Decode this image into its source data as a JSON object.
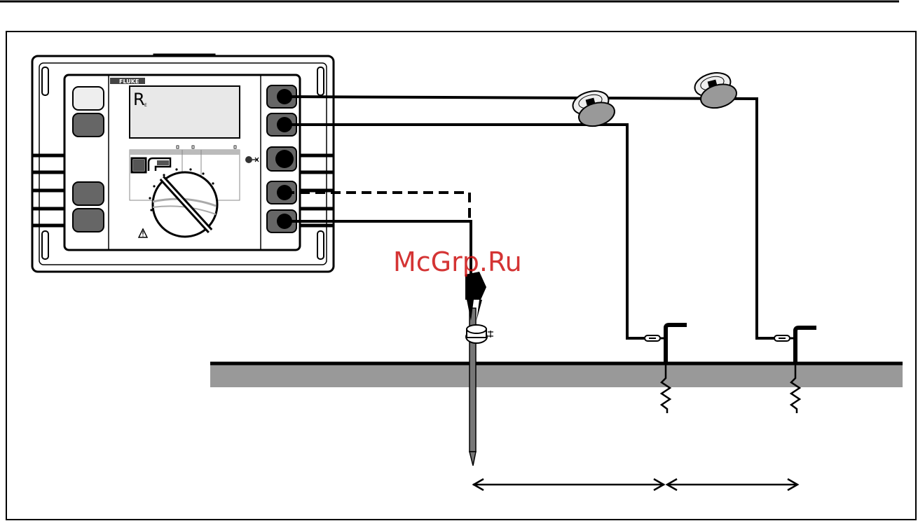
{
  "device": {
    "brand": "FLUKE",
    "display_symbol": "R",
    "display_subscript": "E"
  },
  "watermark": "McGrp.Ru",
  "colors": {
    "ink": "#000000",
    "ground": "#999999",
    "button_dark": "#666666",
    "button_light": "#eeeeee",
    "lcd": "#e8e8e8",
    "housing": "#ffffff",
    "watermark": "#cc1111"
  },
  "icons": [
    "warning-triangle-icon",
    "connector-plug-icon",
    "cable-reel-icon",
    "earth-spike-icon",
    "ground-rod-icon",
    "dimension-arrow-icon"
  ]
}
